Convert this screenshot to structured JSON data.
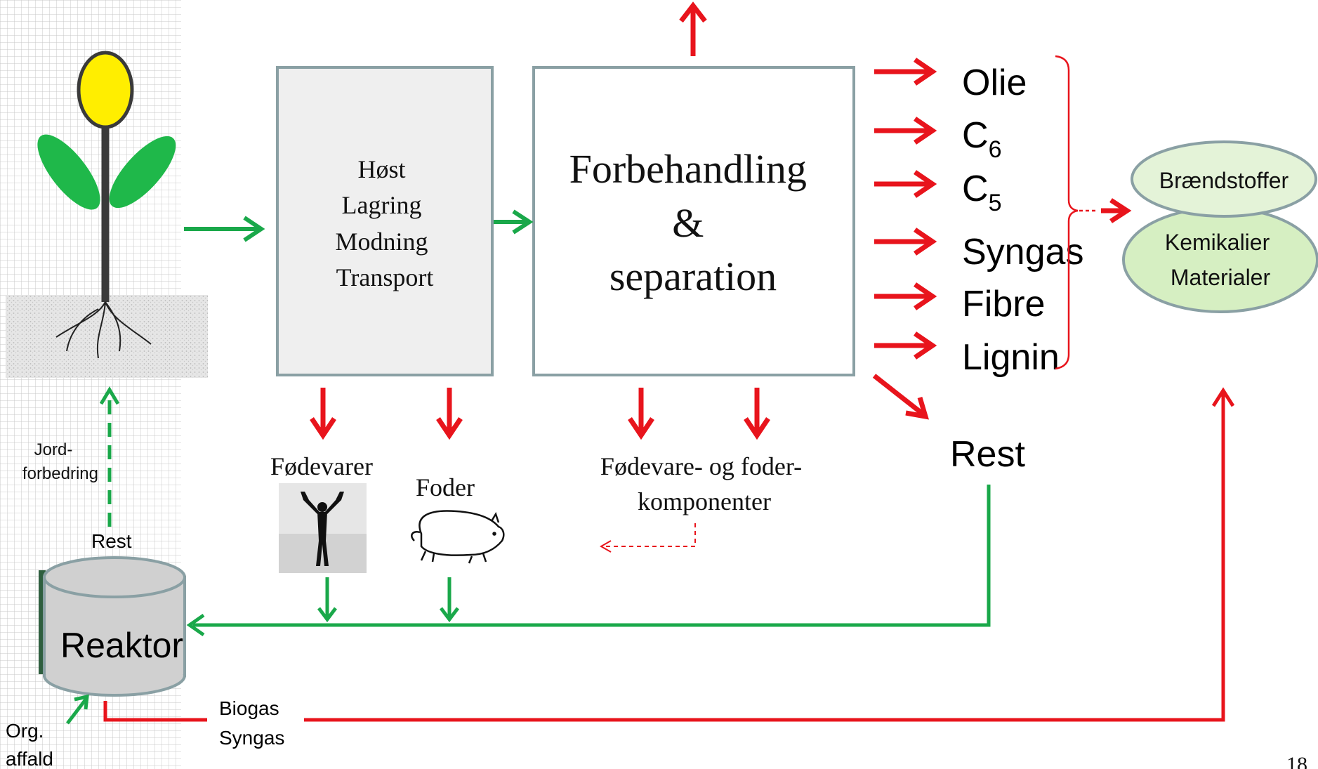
{
  "process_boxes": {
    "harvest_lines": [
      "Høst",
      "Lagring",
      "Modning",
      "Transport"
    ],
    "pretreatment_lines": [
      "Forbehandling",
      "&",
      "separation"
    ]
  },
  "products": {
    "olie": "Olie",
    "c6": {
      "base": "C",
      "sub": "6"
    },
    "c5": {
      "base": "C",
      "sub": "5"
    },
    "syngas": "Syngas",
    "fibre": "Fibre",
    "lignin": "Lignin",
    "rest": "Rest"
  },
  "outputs": {
    "fuels": "Brændstoffer",
    "chemicals_lines": [
      "Kemikalier",
      "Materialer"
    ]
  },
  "side_products": {
    "food": "Fødevarer",
    "feed": "Foder",
    "components_lines": [
      "Fødevare- og foder-",
      "komponenter"
    ]
  },
  "reactor": {
    "label": "Reaktor",
    "rest_label": "Rest",
    "soil_lines": [
      "Jord-",
      "forbedring"
    ],
    "waste_lines": [
      "Org.",
      "affald"
    ],
    "biogas_lines": [
      "Biogas",
      "Syngas"
    ]
  },
  "page_number": "18",
  "colors": {
    "green_flow": "#1aa84a",
    "red_flow": "#e8141c",
    "box_border": "#8aa0a4",
    "harvest_fill": "#efefef",
    "ellipse_fill": "#d6efc2",
    "ellipse_border": "#8aa0a4",
    "reactor_fill": "#d0d0d0",
    "flower_yellow": "#ffee00",
    "leaf_green": "#1fb84a"
  }
}
